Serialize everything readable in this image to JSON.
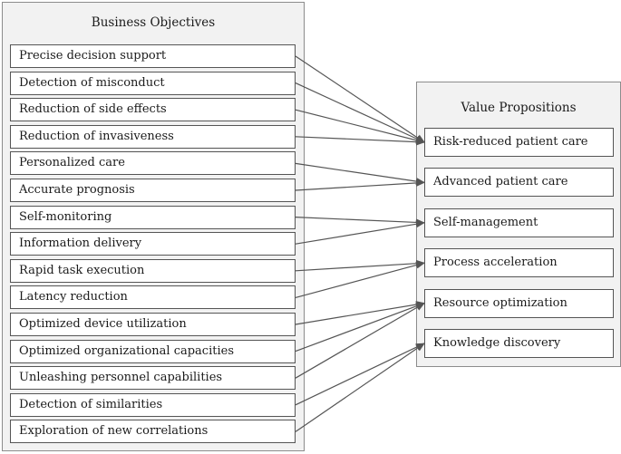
{
  "business_objectives": {
    "title": "Business Objectives",
    "items": [
      "Precise decision support",
      "Detection of misconduct",
      "Reduction of side effects",
      "Reduction of invasiveness",
      "Personalized care",
      "Accurate prognosis",
      "Self-monitoring",
      "Information delivery",
      "Rapid task execution",
      "Latency reduction",
      "Optimized device utilization",
      "Optimized organizational capacities",
      "Unleashing personnel capabilities",
      "Detection of similarities",
      "Exploration of new correlations"
    ]
  },
  "value_propositions": {
    "title": "Value Propositions",
    "items": [
      "Risk-reduced patient care",
      "Advanced patient care",
      "Self-management",
      "Process acceleration",
      "Resource optimization",
      "Knowledge discovery"
    ]
  },
  "mappings": [
    {
      "from": 0,
      "to": 0
    },
    {
      "from": 1,
      "to": 0
    },
    {
      "from": 2,
      "to": 0
    },
    {
      "from": 3,
      "to": 0
    },
    {
      "from": 4,
      "to": 1
    },
    {
      "from": 5,
      "to": 1
    },
    {
      "from": 6,
      "to": 2
    },
    {
      "from": 7,
      "to": 2
    },
    {
      "from": 8,
      "to": 3
    },
    {
      "from": 9,
      "to": 3
    },
    {
      "from": 10,
      "to": 4
    },
    {
      "from": 11,
      "to": 4
    },
    {
      "from": 12,
      "to": 4
    },
    {
      "from": 13,
      "to": 5
    },
    {
      "from": 14,
      "to": 5
    }
  ],
  "colors": {
    "arrow": "#555555",
    "panel": "#f2f2f2",
    "border": "#8c8c8c"
  }
}
